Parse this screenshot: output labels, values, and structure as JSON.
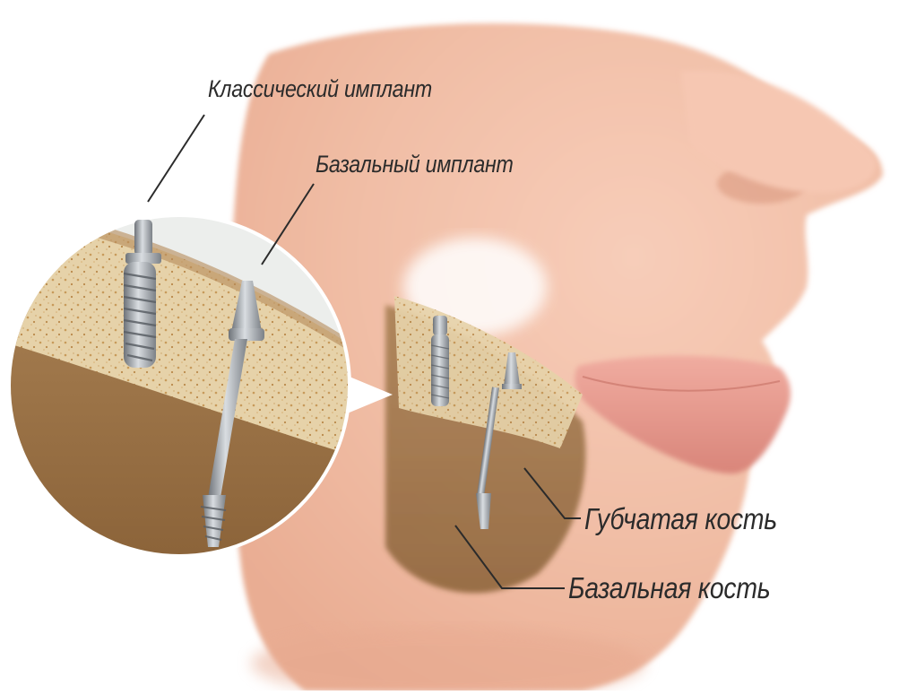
{
  "labels": {
    "classic_implant": "Классический имплант",
    "basal_implant": "Базальный имплант",
    "cancellous_bone": "Губчатая кость",
    "basal_bone": "Базальная кость"
  },
  "colors": {
    "skin": "#f3c2ac",
    "skin_shadow": "#e8a98f",
    "lips": "#e89a8e",
    "cancellous_bone": "#e4cfa6",
    "basal_bone": "#9a7347",
    "implant_metal": "#9ea3a8",
    "label_text": "#2b2b2b"
  },
  "icons": {
    "classic_implant": "threaded-implant-icon",
    "basal_implant": "basal-pin-implant-icon"
  }
}
